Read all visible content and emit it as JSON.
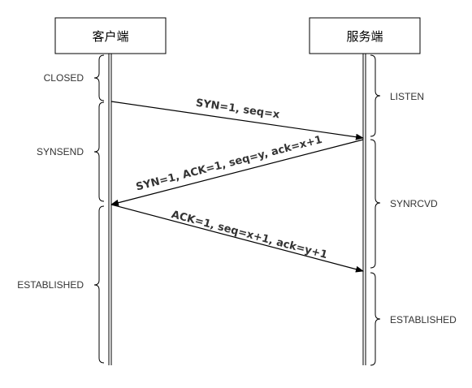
{
  "participants": {
    "client": "客户端",
    "server": "服务端"
  },
  "client_states": [
    "CLOSED",
    "SYNSEND",
    "ESTABLISHED"
  ],
  "server_states": [
    "LISTEN",
    "SYNRCVD",
    "ESTABLISHED"
  ],
  "messages": [
    "SYN=1, seq=x",
    "SYN=1, ACK=1, seq=y, ack=x+1",
    "ACK=1, seq=x+1, ack=y+1"
  ]
}
